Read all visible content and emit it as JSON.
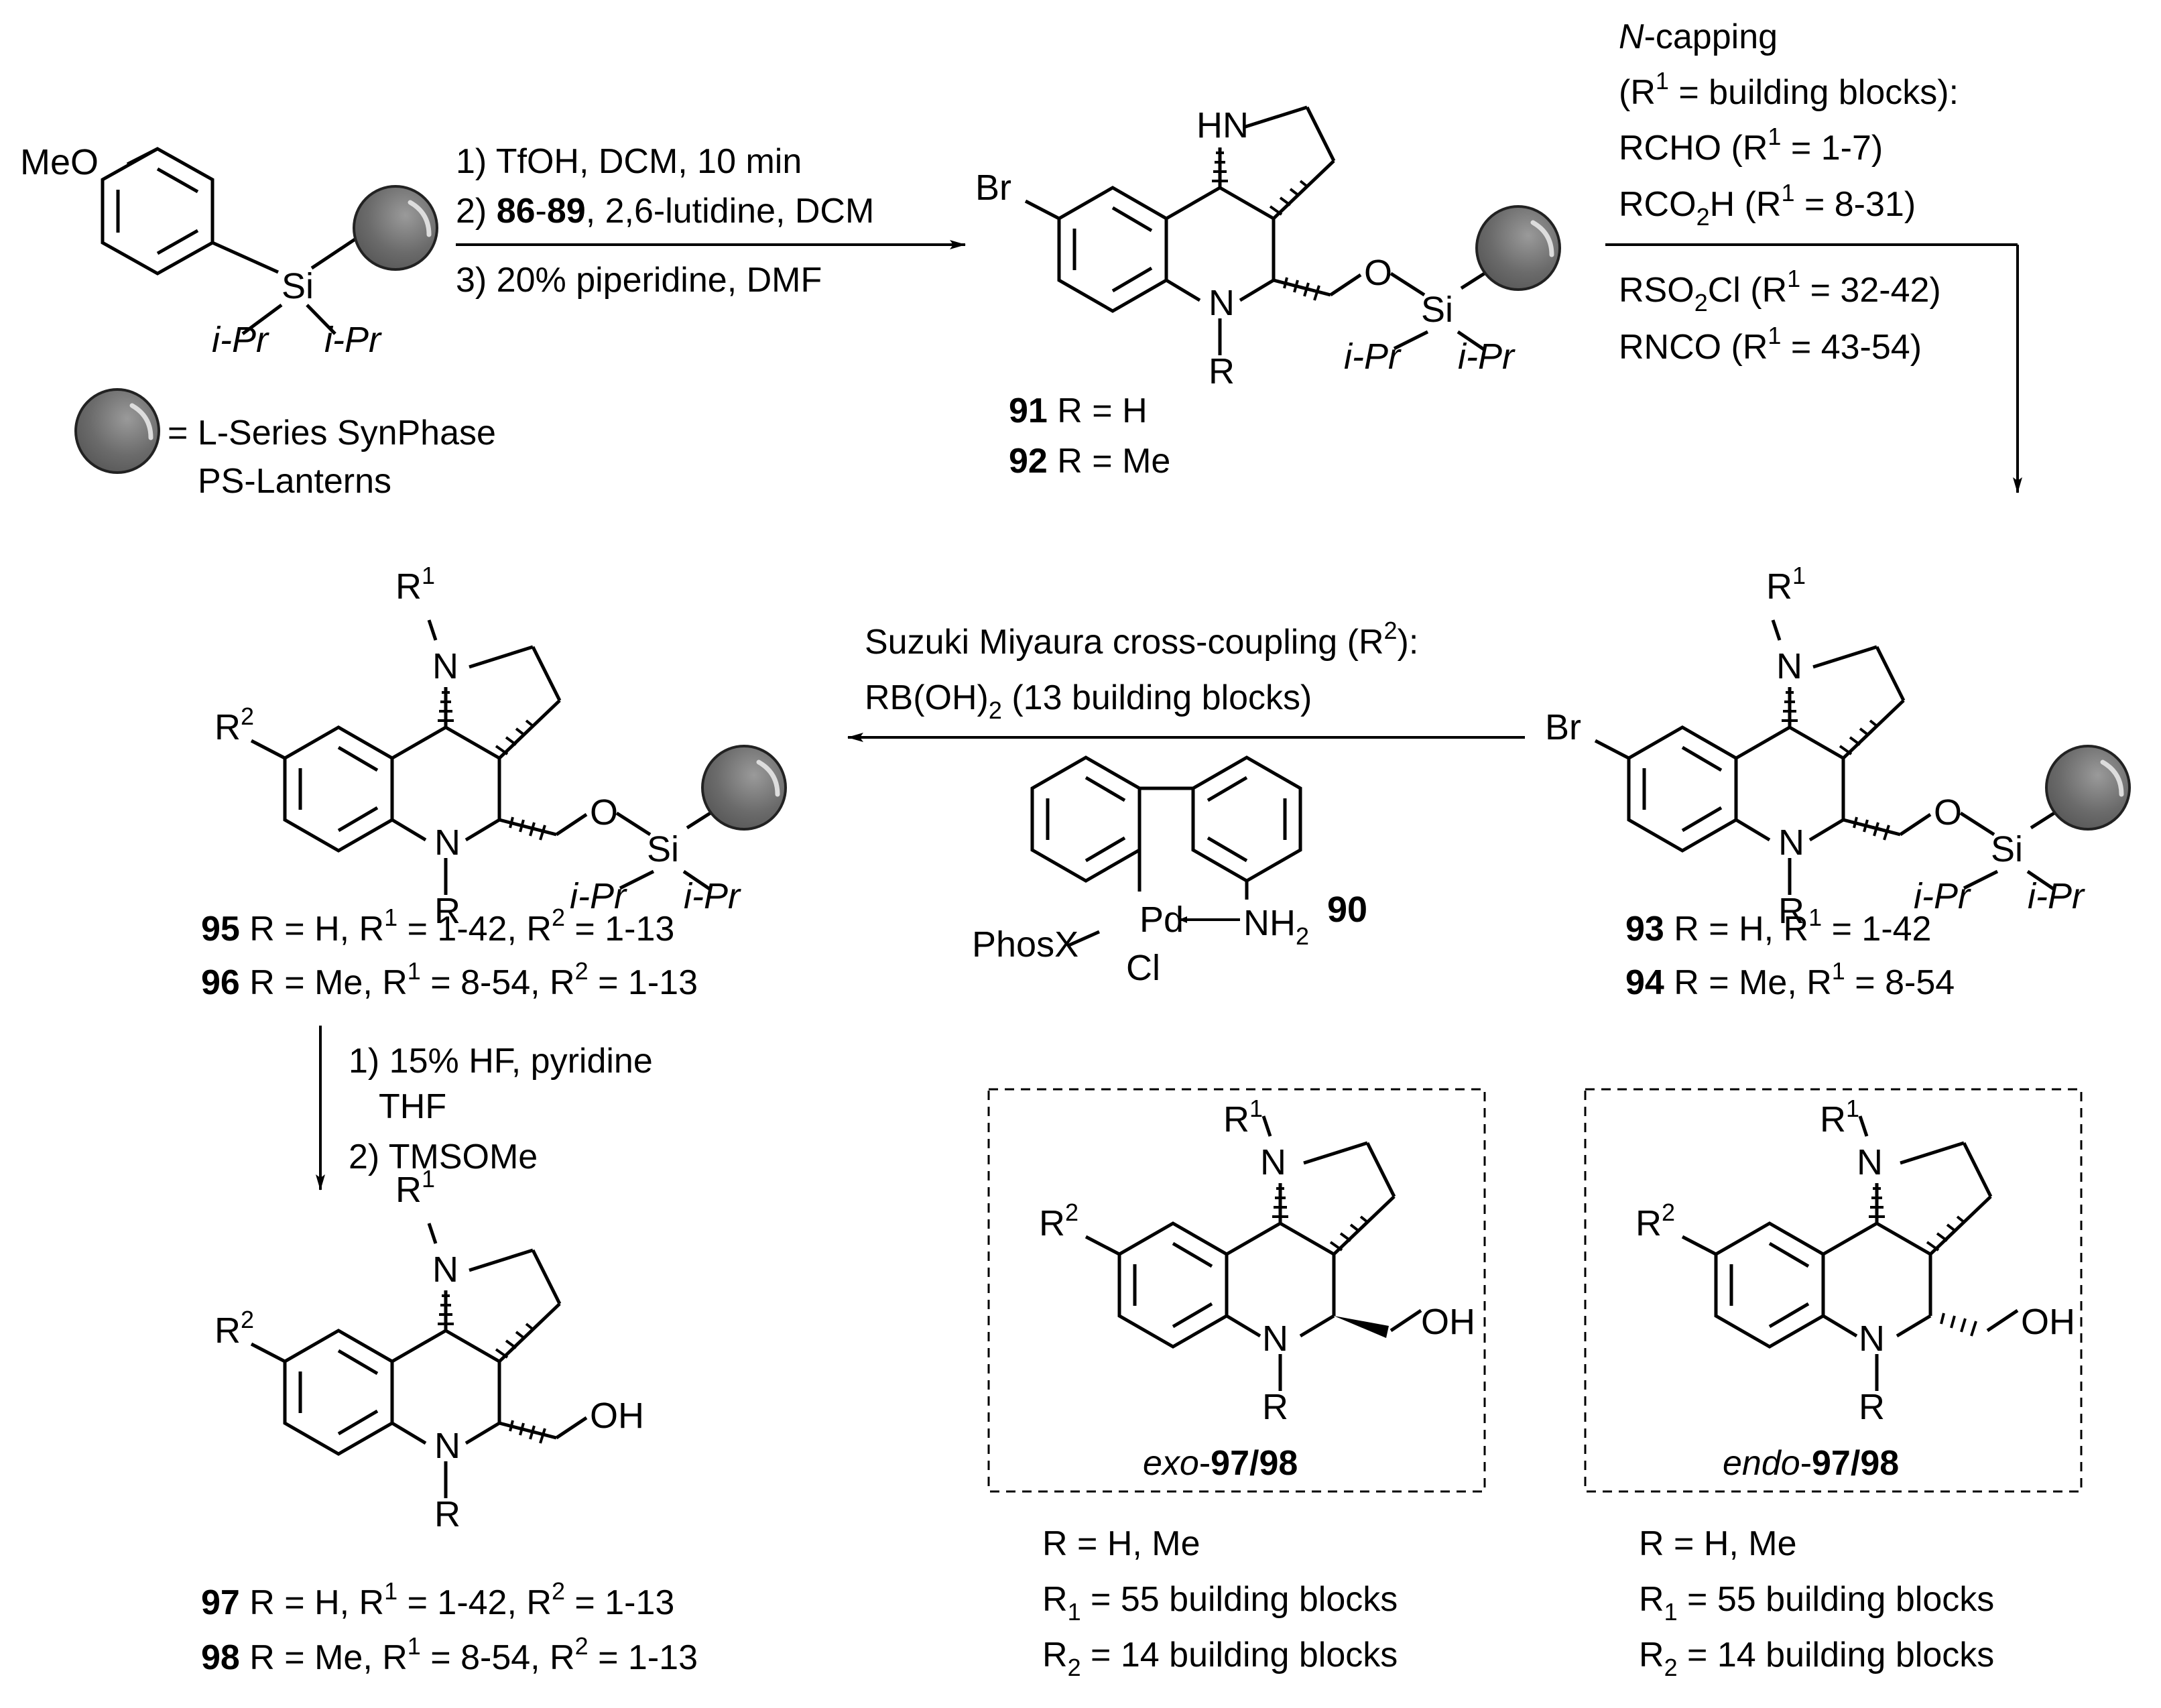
{
  "start_material": {
    "meo": "MeO",
    "si": "Si",
    "ipr": "i-Pr"
  },
  "legend": {
    "line1": "= L-Series SynPhase",
    "line2": "PS-Lanterns"
  },
  "step1": {
    "c1": "1) TfOH, DCM, 10 min",
    "c2_prefix": "2) ",
    "c2_b1": "86",
    "c2_dash": "-",
    "c2_b2": "89",
    "c2_rest": ", 2,6-lutidine, DCM",
    "c3": "3) 20% piperidine, DMF"
  },
  "cpd_91_92": {
    "br": "Br",
    "hn": "HN",
    "n": "N",
    "r": "R",
    "o": "O",
    "si": "Si",
    "ipr": "i-Pr",
    "l1_num": "91",
    "l1_text": " R = H",
    "l2_num": "92",
    "l2_text": " R = Me"
  },
  "ncap": {
    "title_i": "N",
    "title_rest": "-capping",
    "t2": "(R",
    "t2b": " = building blocks):",
    "t3": "RCHO (R",
    "t3b": " = 1-7)",
    "t4a": "RCO",
    "t4b": "H (R",
    "t4c": " = 8-31)",
    "t5a": "RSO",
    "t5b": "Cl (R",
    "t5c": " = 32-42)",
    "t6": "RNCO (R",
    "t6b": " = 43-54)",
    "sub2": "2",
    "sup1": "1"
  },
  "cpd_93_94": {
    "br": "Br",
    "r1": "R",
    "n": "N",
    "r": "R",
    "o": "O",
    "si": "Si",
    "ipr": "i-Pr",
    "l1_num": "93",
    "l1_a": "  R = H, R",
    "l1_b": " = 1-42",
    "l2_num": "94",
    "l2_a": " R = Me, R",
    "l2_b": " = 8-54",
    "sup1": "1"
  },
  "suzuki": {
    "l1a": "Suzuki Miyaura cross-coupling (R",
    "l1b": "):",
    "l2a": "RB(OH)",
    "l2b": " (13 building blocks)",
    "sup2": "2",
    "sub2": "2"
  },
  "cat90": {
    "pd": "Pd",
    "nh2": "NH",
    "sub2": "2",
    "cl": "Cl",
    "phosx": "PhosX",
    "num": "90"
  },
  "cpd_95_96": {
    "r2": "R",
    "r1": "R",
    "n": "N",
    "r": "R",
    "o": "O",
    "si": "Si",
    "ipr": "i-Pr",
    "l1_num": "95",
    "l1_a": "  R = H, R",
    "l1_b": " = 1-42, R",
    "l1_c": " = 1-13",
    "l2_num": "96",
    "l2_a": " R = Me, R",
    "l2_b": " = 8-54, R",
    "l2_c": " = 1-13",
    "sup1": "1",
    "sup2": "2"
  },
  "step_deprotect": {
    "c1": "1) 15% HF, pyridine",
    "c1b": "THF",
    "c2": "2) TMSOMe"
  },
  "cpd_97_98": {
    "r2": "R",
    "r1": "R",
    "n": "N",
    "r": "R",
    "oh": "OH",
    "l1_num": "97",
    "l1_a": "  R = H, R",
    "l1_b": " = 1-42, R",
    "l1_c": " = 1-13",
    "l2_num": "98",
    "l2_a": " R = Me, R",
    "l2_b": " = 8-54, R",
    "l2_c": " = 1-13",
    "sup1": "1",
    "sup2": "2"
  },
  "exo_box": {
    "label_i": "exo",
    "label_dash": "-",
    "label_b1": "97",
    "label_slash": "/",
    "label_b2": "98",
    "r2": "R",
    "r1": "R",
    "n": "N",
    "r": "R",
    "oh": "OH",
    "sup1": "1",
    "sup2": "2"
  },
  "endo_box": {
    "label_i": "endo",
    "label_dash": "-",
    "label_b1": "97",
    "label_slash": "/",
    "label_b2": "98",
    "r2": "R",
    "r1": "R",
    "n": "N",
    "r": "R",
    "oh": "OH",
    "sup1": "1",
    "sup2": "2"
  },
  "exo_note": {
    "l1": "R = H, Me",
    "l2a": "R",
    "l2b": " = 55 building blocks",
    "l3a": "R",
    "l3b": " = 14 building blocks",
    "s1": "1",
    "s2": "2"
  },
  "endo_note": {
    "l1": "R = H, Me",
    "l2a": "R",
    "l2b": " = 55 building blocks",
    "l3a": "R",
    "l3b": " = 14 building blocks",
    "s1": "1",
    "s2": "2"
  },
  "colors": {
    "bead_fill": "#6d6d6d",
    "bead_stroke": "#222222",
    "bead_highlight": "#e0e0e0",
    "line": "#000000"
  }
}
